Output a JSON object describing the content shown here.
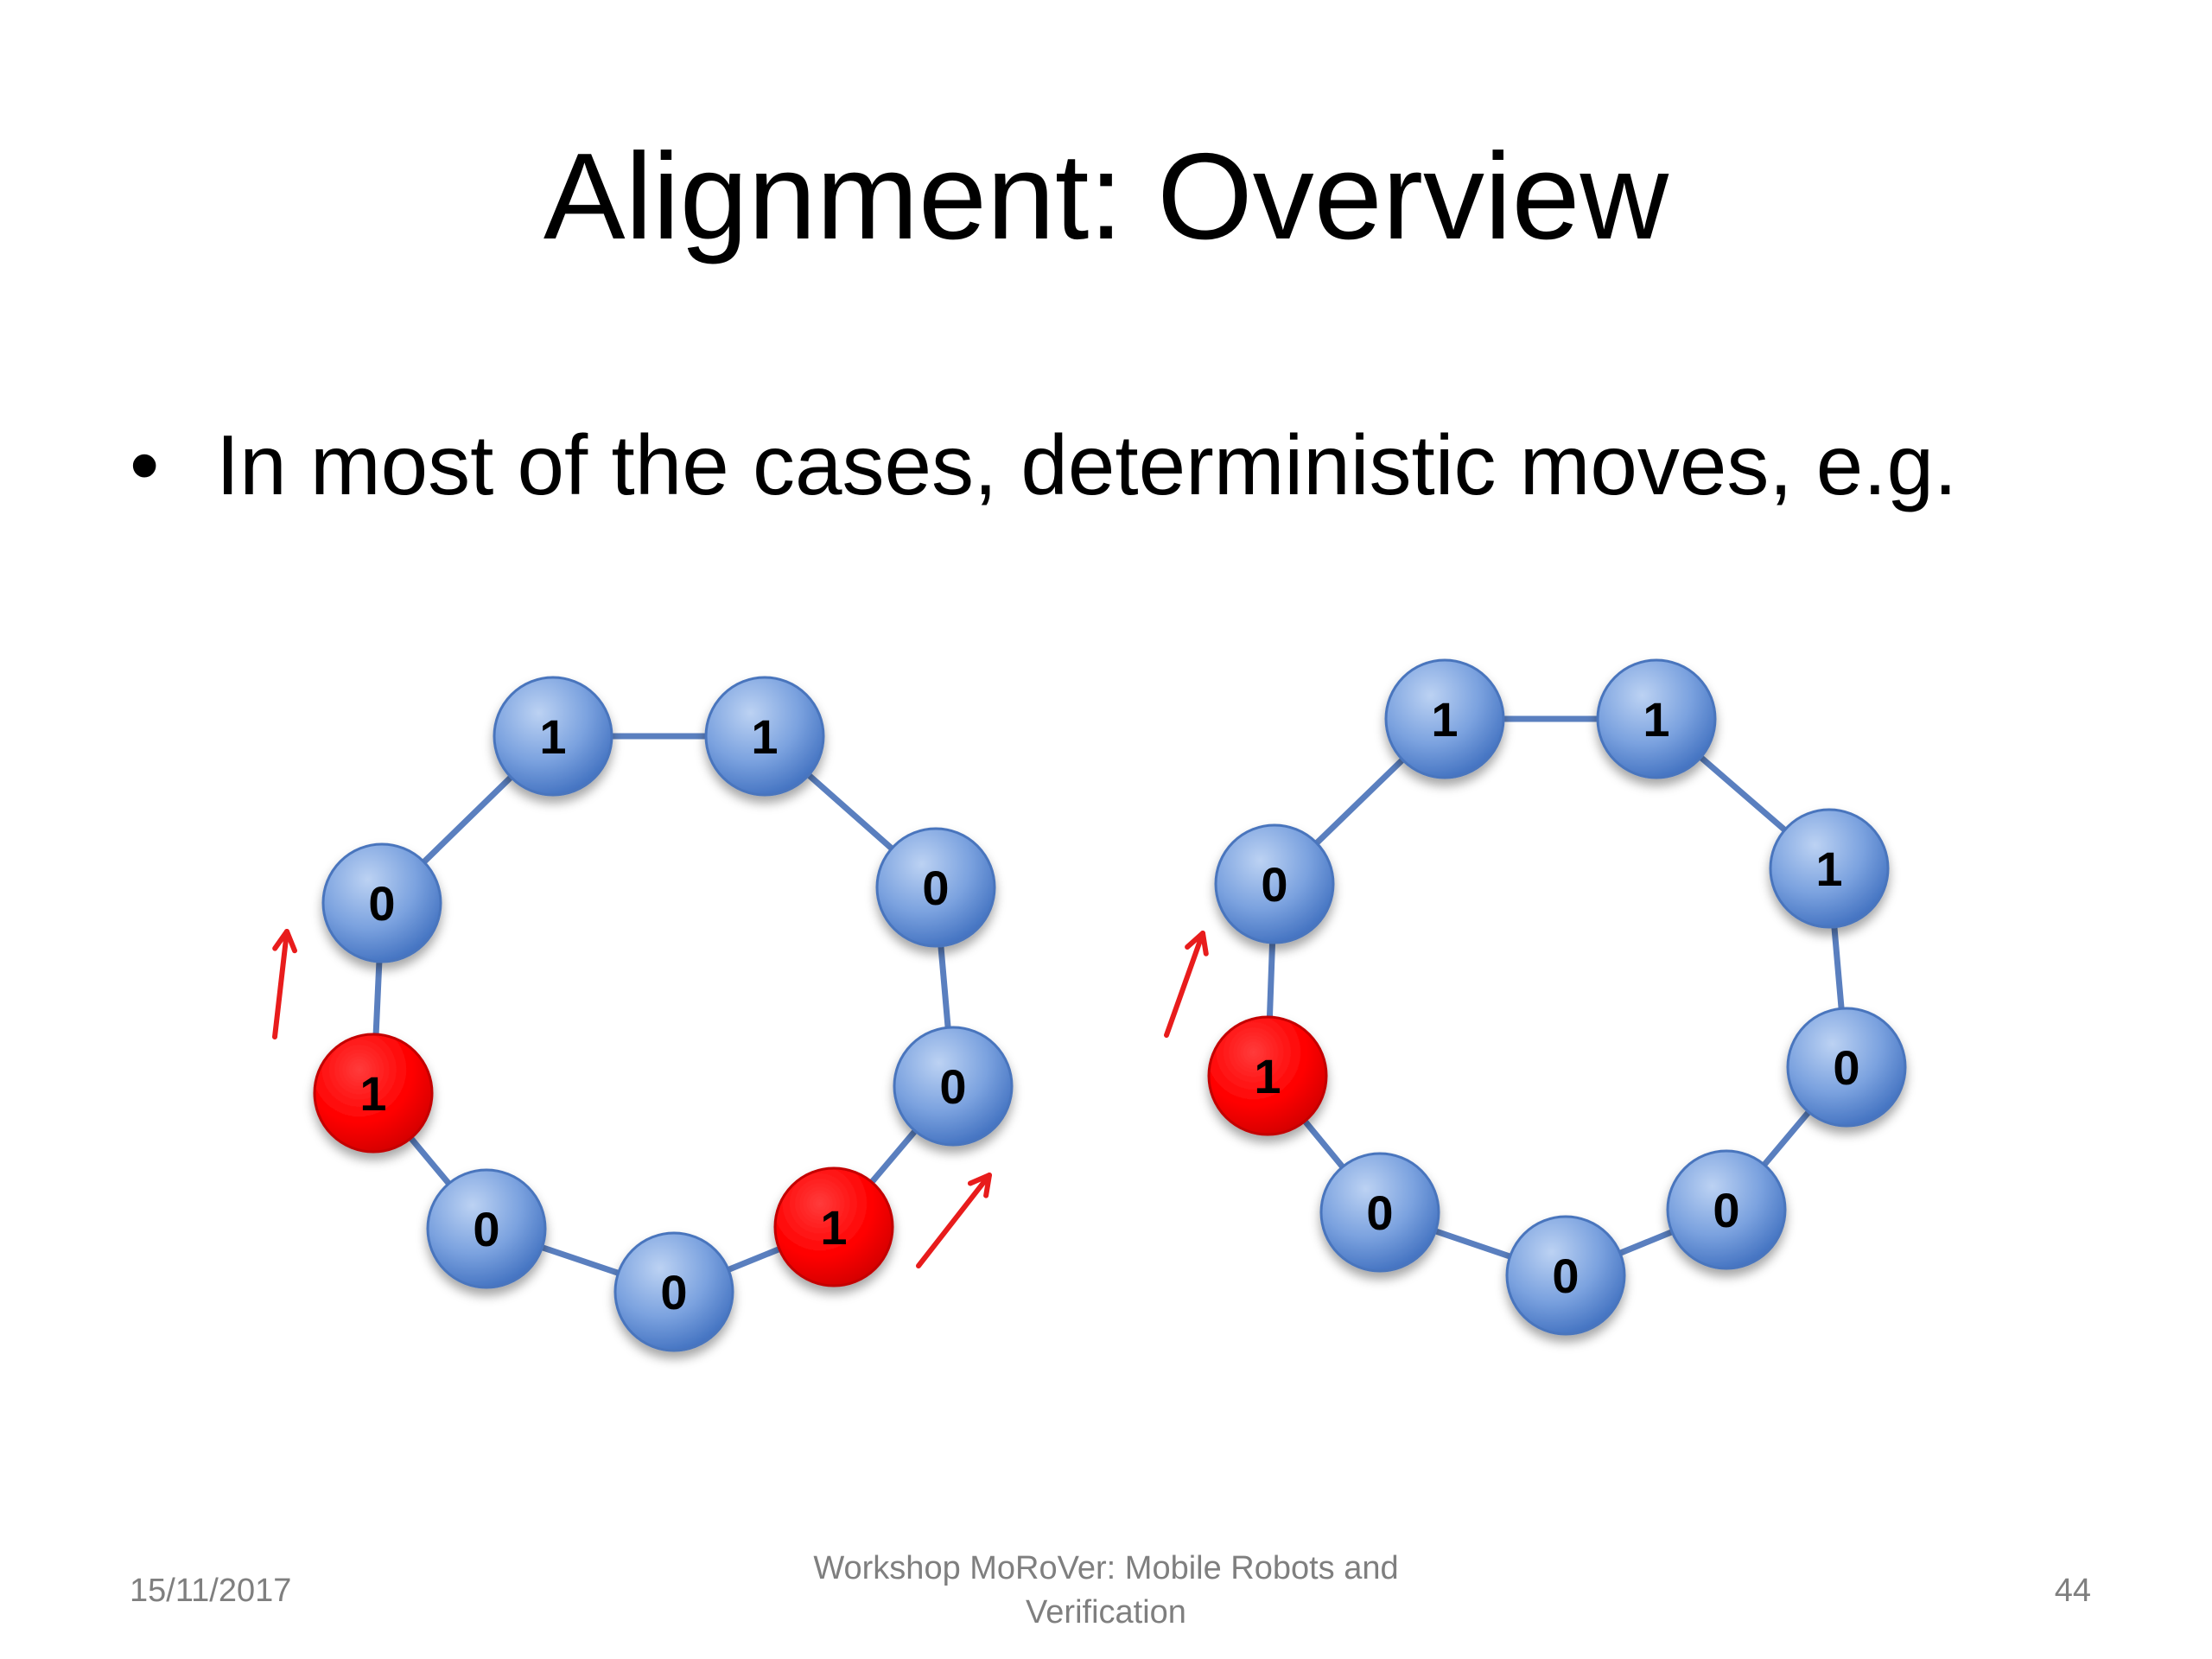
{
  "slide": {
    "title": "Alignment: Overview",
    "bullet": "In most of the cases, deterministic moves, e.g."
  },
  "footer": {
    "date": "15/11/2017",
    "center": "Workshop MoRoVer: Mobile Robots and Verification",
    "page": "44"
  },
  "colors": {
    "node_blue": "#6a93d4",
    "node_red": "#ff0000",
    "edge": "#5a7fbf",
    "arrow": "#e81c1c"
  },
  "rings": [
    {
      "name": "left-ring",
      "nodes": [
        {
          "label": "1",
          "robot": false
        },
        {
          "label": "1",
          "robot": false
        },
        {
          "label": "0",
          "robot": false
        },
        {
          "label": "0",
          "robot": false
        },
        {
          "label": "1",
          "robot": true
        },
        {
          "label": "0",
          "robot": false
        },
        {
          "label": "0",
          "robot": false
        },
        {
          "label": "1",
          "robot": true
        },
        {
          "label": "0",
          "robot": false
        }
      ]
    },
    {
      "name": "right-ring",
      "nodes": [
        {
          "label": "1",
          "robot": false
        },
        {
          "label": "1",
          "robot": false
        },
        {
          "label": "1",
          "robot": false
        },
        {
          "label": "0",
          "robot": false
        },
        {
          "label": "0",
          "robot": false
        },
        {
          "label": "0",
          "robot": false
        },
        {
          "label": "0",
          "robot": false
        },
        {
          "label": "1",
          "robot": true
        },
        {
          "label": "0",
          "robot": false
        }
      ]
    }
  ]
}
